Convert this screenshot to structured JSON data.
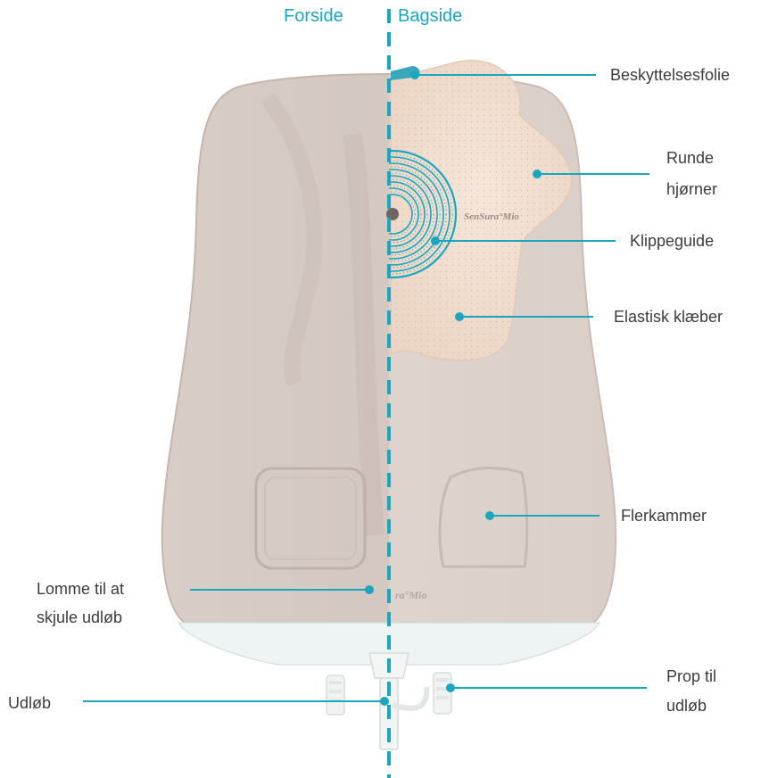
{
  "header": {
    "front": "Forside",
    "back": "Bagside"
  },
  "product_mark": "SenSura°Mio",
  "product_mark_partial": "ra°Mio",
  "labels": {
    "protective_film": "Beskyttelsesfolie",
    "round_corners_1": "Runde",
    "round_corners_2": "hjørner",
    "cutting_guide": "Klippeguide",
    "elastic_adhesive": "Elastisk klæber",
    "multi_chamber": "Flerkammer",
    "pocket_1": "Lomme til at",
    "pocket_2": "skjule udløb",
    "outlet": "Udløb",
    "plug_1": "Prop til",
    "plug_2": "udløb"
  },
  "colors": {
    "accent": "#1aa6bf",
    "text": "#3c3c3c",
    "bag": "#d9cdc6",
    "adhesive": "#f0dfd2"
  }
}
